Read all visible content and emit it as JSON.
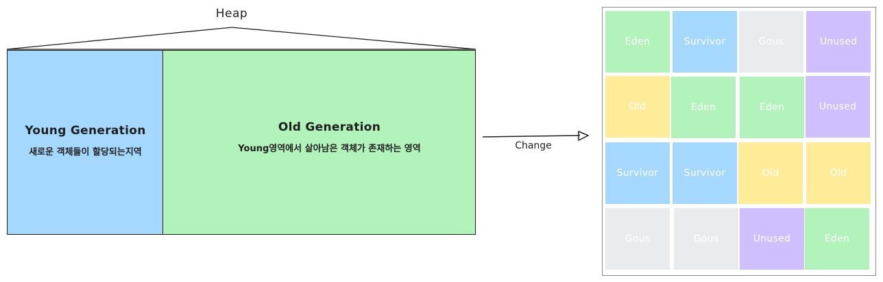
{
  "heap": {
    "label": "Heap"
  },
  "young_generation": {
    "title": "Young Generation",
    "description": "새로운 객체들이 할당되는지역",
    "color": "#a5d8ff"
  },
  "old_generation": {
    "title": "Old Generation",
    "description": "Young영역에서 살아남은 객체가 존재하는 영역",
    "color": "#b2f2bb"
  },
  "arrow": {
    "label": "Change"
  },
  "region_colors": {
    "Eden": "#b2f2bb",
    "Survivor": "#a5d8ff",
    "Gous": "#e9ecef",
    "Unused": "#d0bfff",
    "Old": "#ffec99"
  },
  "region_grid": [
    [
      "Eden",
      "Survivor",
      "Gous",
      "Unused"
    ],
    [
      "Old",
      "Eden",
      "Eden",
      "Unused"
    ],
    [
      "Survivor",
      "Survivor",
      "Old",
      "Old"
    ],
    [
      "Gous",
      "Gous",
      "Unused",
      "Eden"
    ]
  ]
}
